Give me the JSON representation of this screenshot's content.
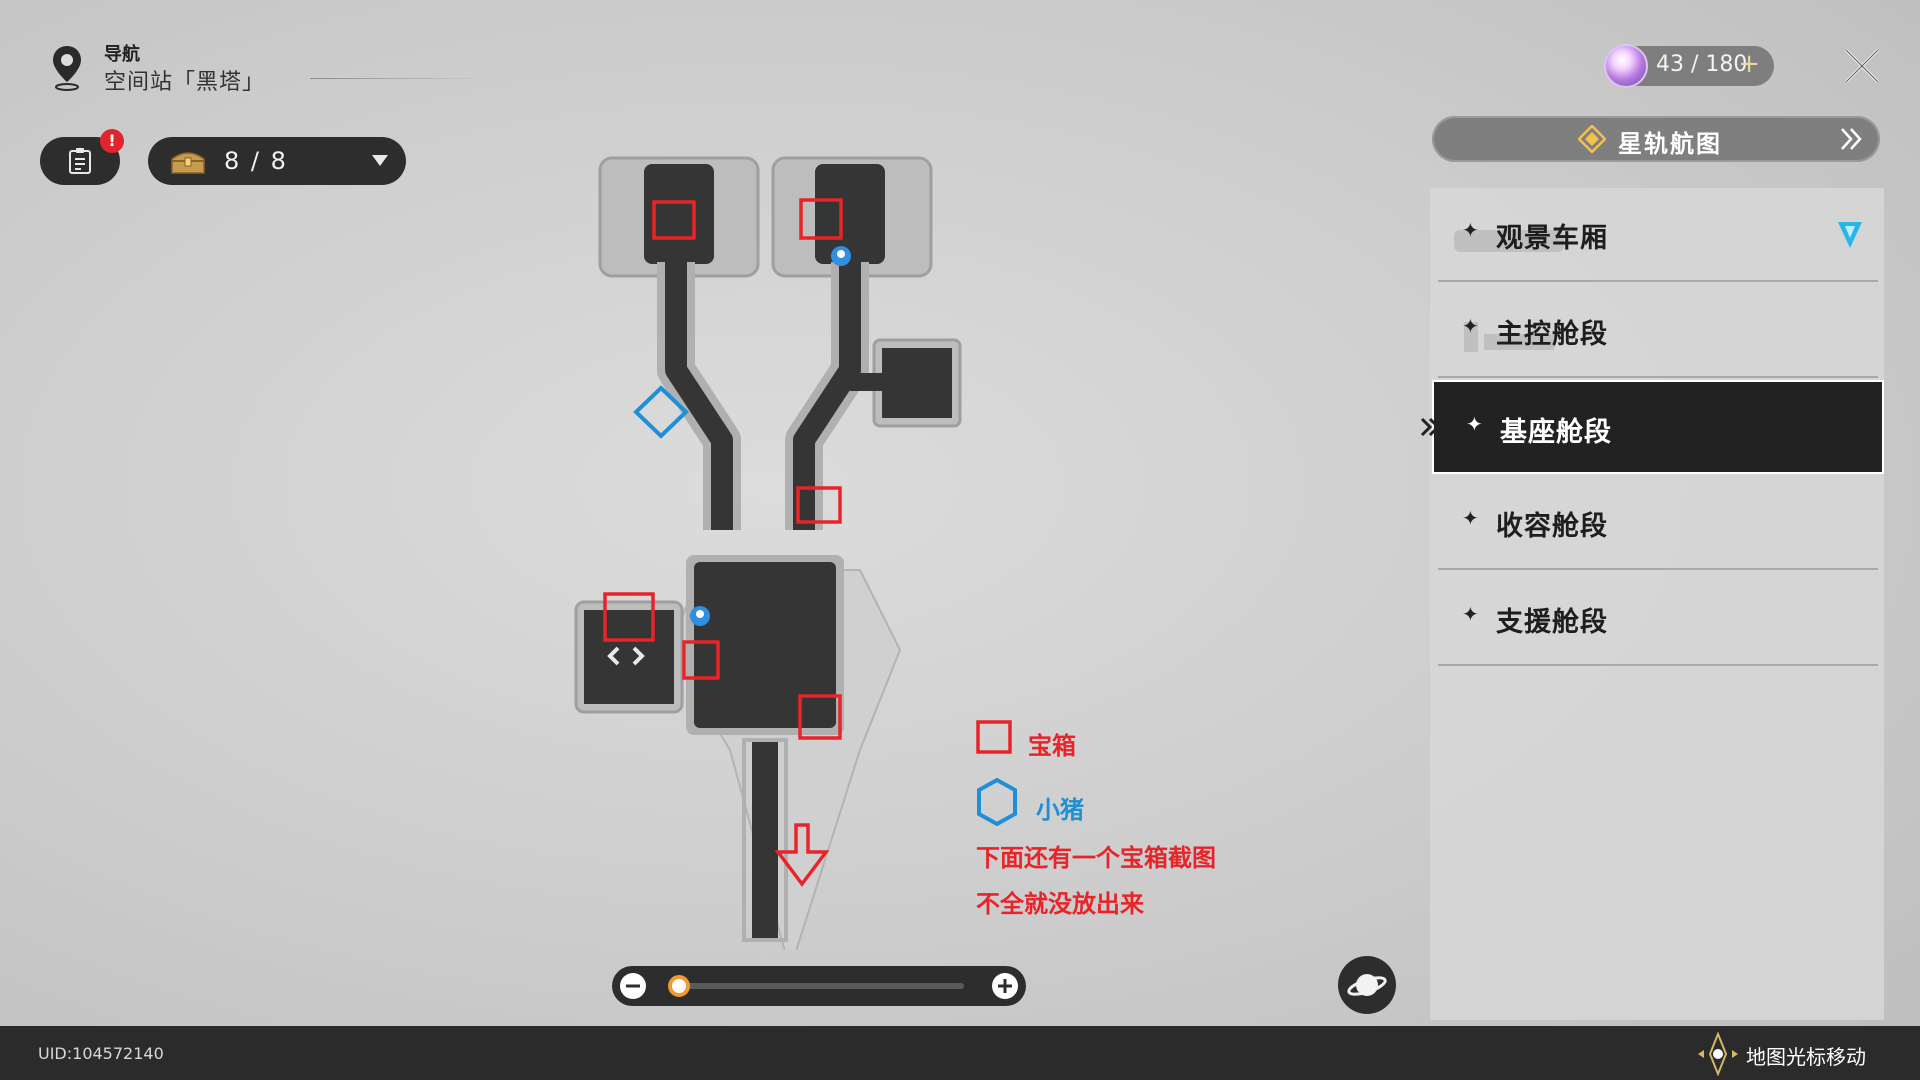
{
  "nav": {
    "label": "导航",
    "place": "空间站「黑塔」"
  },
  "mission": {
    "badge": "!"
  },
  "chest_counter": {
    "text": "8 / 8"
  },
  "stamina": {
    "text": "43 / 180",
    "plus": "+"
  },
  "star_rail_map": {
    "label": "星轨航图"
  },
  "floors": [
    {
      "star": "✦",
      "name": "观景车厢",
      "active": false,
      "has_marker": true
    },
    {
      "star": "✦",
      "name": "主控舱段",
      "active": false
    },
    {
      "star": "✦",
      "name": "基座舱段",
      "active": true
    },
    {
      "star": "✦",
      "name": "收容舱段",
      "active": false
    },
    {
      "star": "✦",
      "name": "支援舱段",
      "active": false
    }
  ],
  "legend": {
    "chest": "宝箱",
    "pig": "小猪",
    "note_line1": "下面还有一个宝箱截图",
    "note_line2": "不全就没放出来"
  },
  "zoom": {
    "level": 0
  },
  "uid": "UID:104572140",
  "cursor_hint": "地图光标移动",
  "colors": {
    "annotation_red": "#e8242a",
    "annotation_blue": "#1f8fd6",
    "panel_dark": "#2d2d2d",
    "zoom_thumb": "#f09a34"
  },
  "icons": {
    "nav": "location-pin-icon",
    "mission": "clipboard-icon",
    "chest": "treasure-chest-icon",
    "stamina": "trailblaze-power-orb-icon",
    "close": "close-icon",
    "star_rail": "star-rail-icon",
    "planet": "planet-icon",
    "cursor": "dpad-icon"
  }
}
